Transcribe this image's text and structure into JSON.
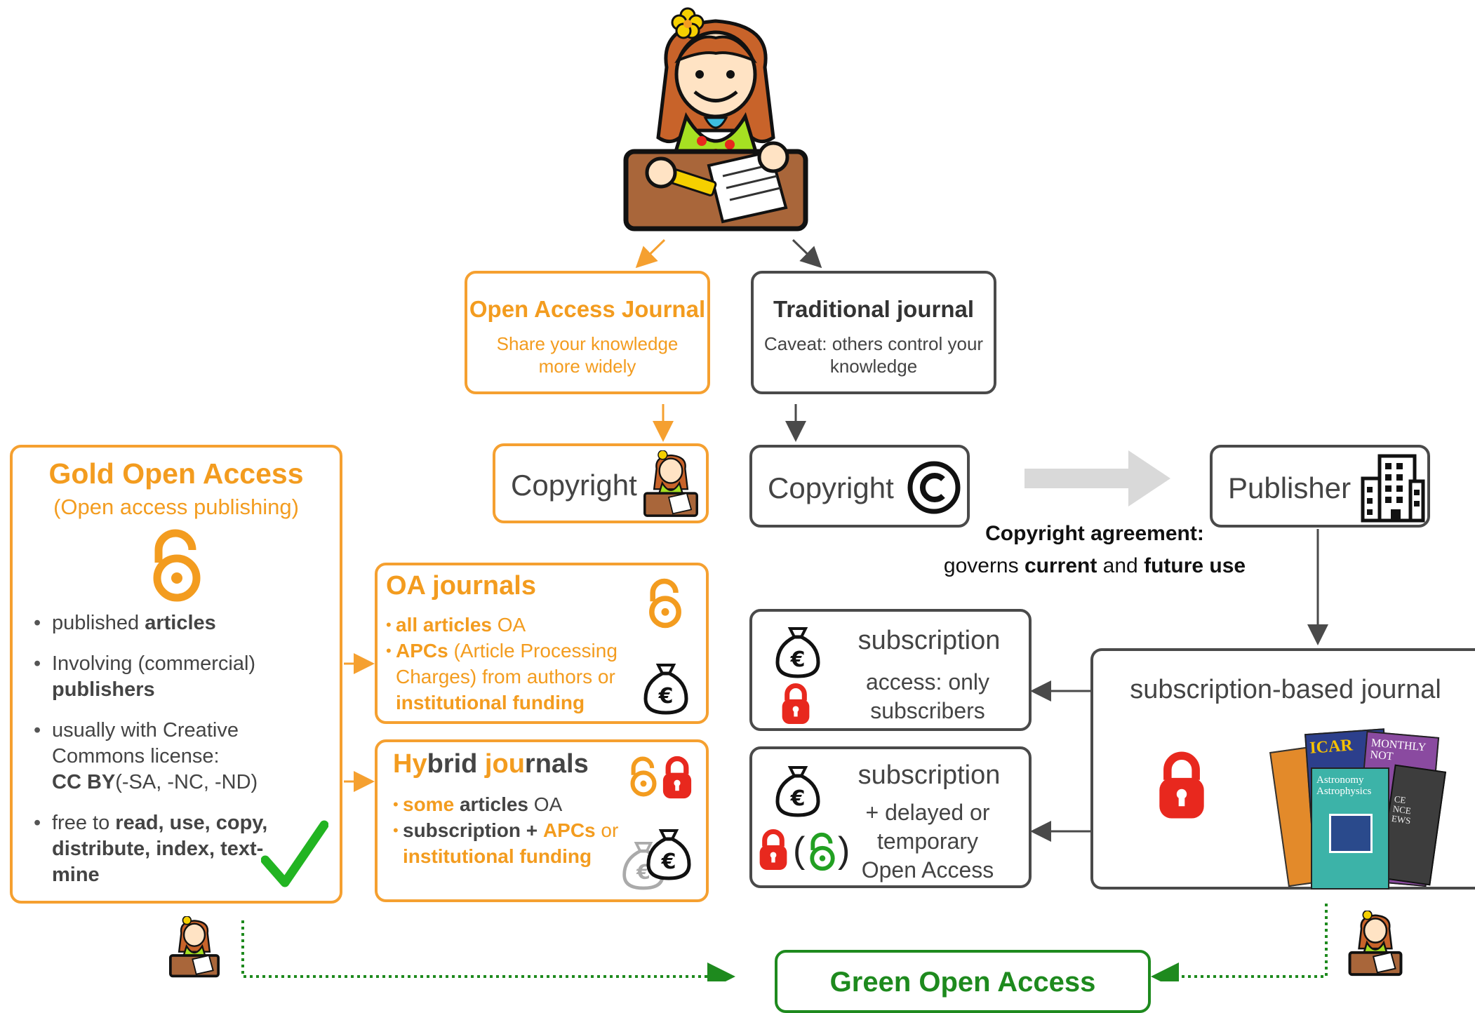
{
  "oa_journal": {
    "title": "Open Access Journal",
    "subtitle": "Share your knowledge more widely"
  },
  "traditional_journal": {
    "title": "Traditional journal",
    "subtitle": "Caveat: others control your knowledge"
  },
  "copyright_oa": {
    "label": "Copyright"
  },
  "copyright_trad": {
    "label": "Copyright"
  },
  "publisher": {
    "label": "Publisher"
  },
  "agreement": {
    "title": "Copyright agreement:",
    "pre": "governs",
    "current": "current",
    "and": "and",
    "future": "future use"
  },
  "gold": {
    "title": "Gold Open Access",
    "subtitle": "(Open access publishing)",
    "b1_pre": "published",
    "b1_bold": "articles",
    "b2_pre": "Involving (commercial)",
    "b2_bold": "publishers",
    "b3_pre": "usually with Creative Commons license:",
    "b3_bold": "CC BY",
    "b3_post": "(-SA, -NC, -ND)",
    "b4_pre": "free to",
    "b4_bold": "read, use, copy, distribute, index, text-mine"
  },
  "oa_journals": {
    "title": "OA journals",
    "l1_bold": "all articles",
    "l1_rest": "OA",
    "l2_bold": "APCs",
    "l2_rest": "(Article Processing Charges) from authors or",
    "l2_bold2": "institutional funding"
  },
  "hybrid": {
    "t1": "Hy",
    "t2": "brid",
    "t3": "jou",
    "t4": "rnals",
    "l1_orange": "some",
    "l1_bold": "articles",
    "l1_rest": "OA",
    "l2_bold": "subscription +",
    "l2_orange": "APCs",
    "l2_or": "or",
    "l2_orange2": "institutional funding"
  },
  "sub1": {
    "title": "subscription",
    "desc": "access: only subscribers"
  },
  "sub2": {
    "title": "subscription",
    "desc": "+ delayed or temporary",
    "desc2": "Open Access"
  },
  "sub_journal": {
    "title": "subscription-based journal",
    "covers": [
      "ICAR",
      "MONTHLY NOT",
      "Astronomy Astrophysics",
      "CE NCE EWS"
    ]
  },
  "green": {
    "title": "Green Open Access"
  },
  "colors": {
    "orange": "#f39c1f",
    "gray": "#4a4a4a",
    "green": "#1e8a1e",
    "red": "#e8281e"
  },
  "icons": [
    "author-girl-icon",
    "open-lock-icon",
    "closed-lock-icon",
    "money-bag-euro-icon",
    "copyright-icon",
    "building-icon",
    "checkmark-icon",
    "arrow-icon"
  ]
}
